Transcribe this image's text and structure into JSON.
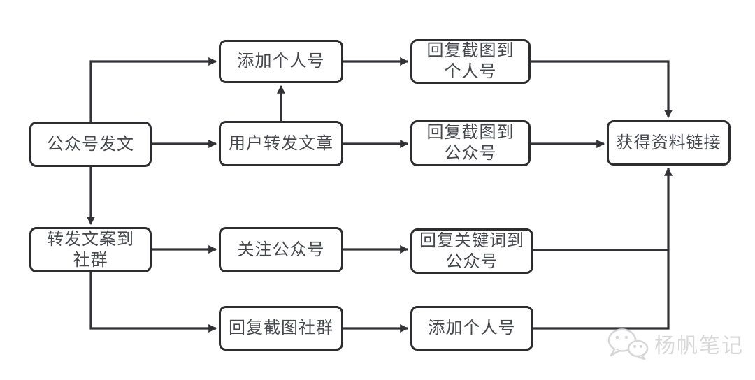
{
  "diagram": {
    "type": "flowchart",
    "background": "#ffffff",
    "colors": {
      "line": "#313136",
      "box_border": "#2d2d31",
      "box_fill": "#ffffff",
      "text": "#46484d",
      "watermark": "#d7d7d7"
    },
    "nodes": {
      "publish": {
        "label": "公众号发文"
      },
      "add_personal_top": {
        "label": "添加个人号"
      },
      "user_forward": {
        "label": "用户转发文章"
      },
      "reply_shot_personal": {
        "label": "回复截图到个人号"
      },
      "reply_shot_official": {
        "label": "回复截图到公众号"
      },
      "get_link": {
        "label": "获得资料链接"
      },
      "forward_group": {
        "label": "转发文案到社群"
      },
      "follow_official": {
        "label": "关注公众号"
      },
      "reply_keyword": {
        "label": "回复关键词到公众号"
      },
      "reply_shot_group": {
        "label": "回复截图社群"
      },
      "add_personal_bottom": {
        "label": "添加个人号"
      }
    },
    "edges": [
      {
        "from": "publish",
        "to": "add_personal_top"
      },
      {
        "from": "publish",
        "to": "user_forward"
      },
      {
        "from": "publish",
        "to": "forward_group"
      },
      {
        "from": "user_forward",
        "to": "add_personal_top"
      },
      {
        "from": "add_personal_top",
        "to": "reply_shot_personal"
      },
      {
        "from": "user_forward",
        "to": "reply_shot_official"
      },
      {
        "from": "reply_shot_personal",
        "to": "get_link"
      },
      {
        "from": "reply_shot_official",
        "to": "get_link"
      },
      {
        "from": "forward_group",
        "to": "follow_official"
      },
      {
        "from": "forward_group",
        "to": "reply_shot_group"
      },
      {
        "from": "follow_official",
        "to": "reply_keyword"
      },
      {
        "from": "reply_keyword",
        "to": "get_link"
      },
      {
        "from": "reply_shot_group",
        "to": "add_personal_bottom"
      },
      {
        "from": "add_personal_bottom",
        "to": "get_link"
      }
    ]
  },
  "watermark": {
    "icon": "wechat-icon",
    "label": "杨帆笔记"
  }
}
